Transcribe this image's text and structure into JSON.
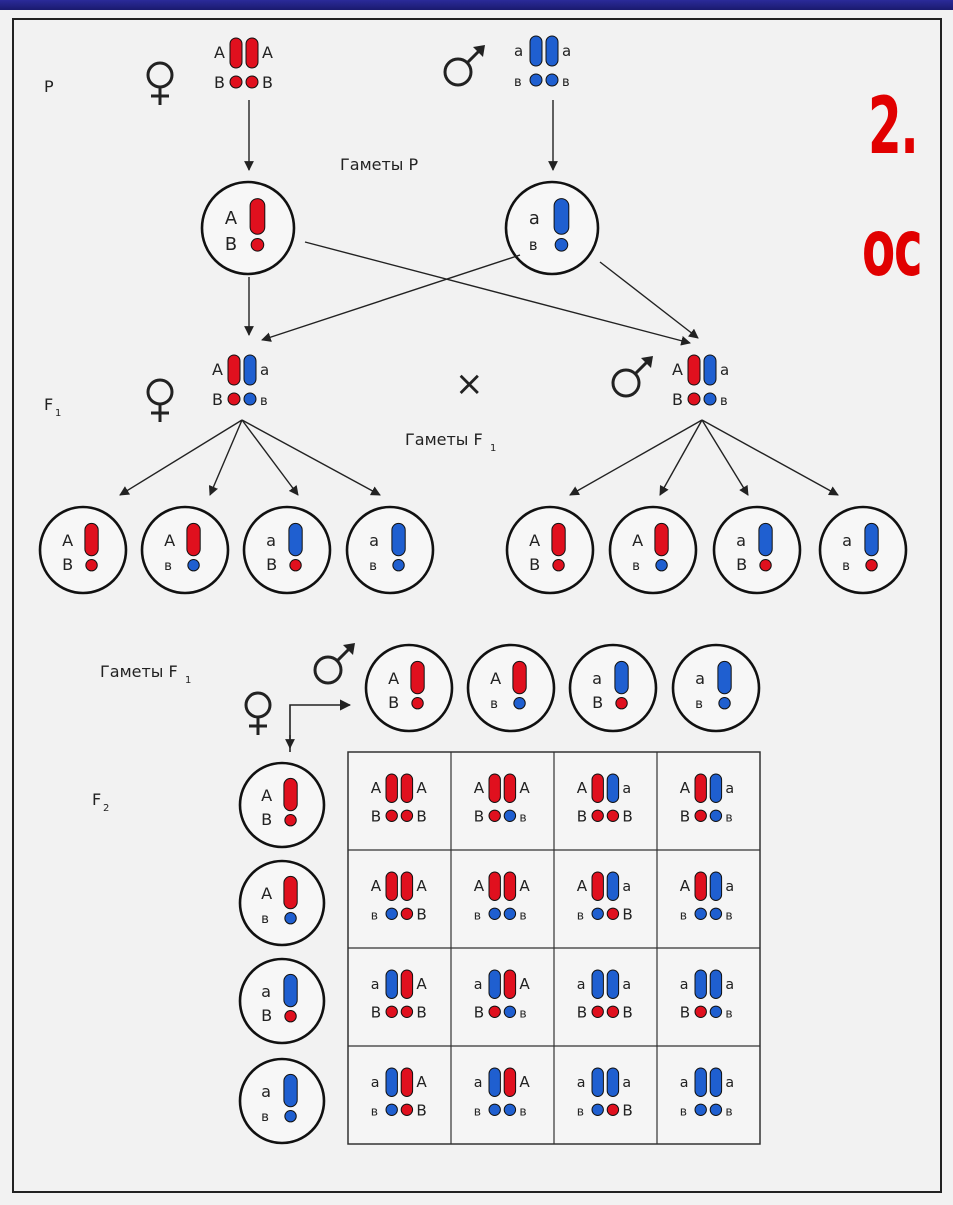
{
  "labels": {
    "p": "P",
    "gametes_p": "Гаметы Р",
    "f1": "F",
    "f1_sub": "1",
    "gametes_f1": "Гаметы F",
    "gametes_f1_sub": "1",
    "gametes_f1_lower": "Гаметы F",
    "gametes_f1_lower_sub": "1",
    "f2": "F",
    "f2_sub": "2",
    "cross": "×"
  },
  "title": {
    "line1": "2.",
    "line2": "ос"
  },
  "symbols": {
    "female": "female-symbol",
    "male": "male-symbol"
  },
  "colors": {
    "red": "#e0101e",
    "blue": "#1f5fd0",
    "title_red": "#e10000",
    "background": "#f2f2f2",
    "ink": "#222222"
  },
  "allele_letters": {
    "A": "A",
    "a": "a",
    "B": "B",
    "b": "в"
  }
}
